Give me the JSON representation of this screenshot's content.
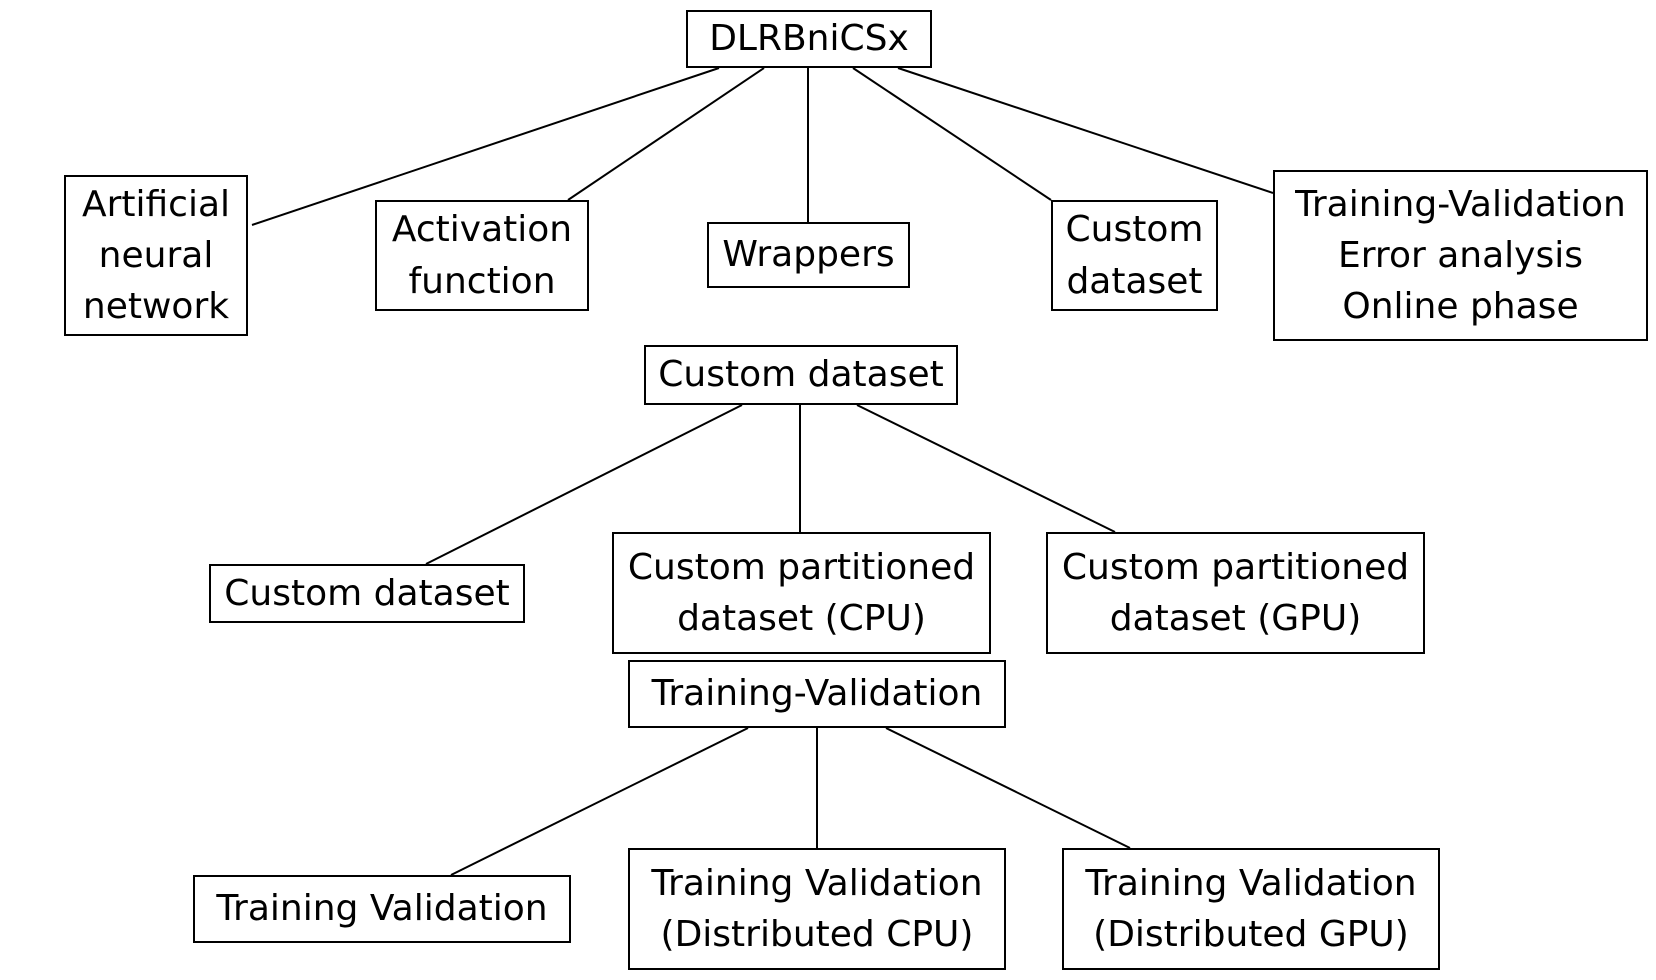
{
  "trees": [
    {
      "root": {
        "lines": [
          "DLRBniCSx"
        ]
      },
      "children": [
        {
          "lines": [
            "Artificial",
            "neural",
            "network"
          ]
        },
        {
          "lines": [
            "Activation",
            "function"
          ]
        },
        {
          "lines": [
            "Wrappers"
          ]
        },
        {
          "lines": [
            "Custom",
            "dataset"
          ]
        },
        {
          "lines": [
            "Training-Validation",
            "Error analysis",
            "Online phase"
          ]
        }
      ]
    },
    {
      "root": {
        "lines": [
          "Custom dataset"
        ]
      },
      "children": [
        {
          "lines": [
            "Custom dataset"
          ]
        },
        {
          "lines": [
            "Custom partitioned",
            "dataset (CPU)"
          ]
        },
        {
          "lines": [
            "Custom partitioned",
            "dataset (GPU)"
          ]
        }
      ]
    },
    {
      "root": {
        "lines": [
          "Training-Validation"
        ]
      },
      "children": [
        {
          "lines": [
            "Training Validation"
          ]
        },
        {
          "lines": [
            "Training Validation",
            "(Distributed CPU)"
          ]
        },
        {
          "lines": [
            "Training Validation",
            "(Distributed GPU)"
          ]
        }
      ]
    }
  ]
}
